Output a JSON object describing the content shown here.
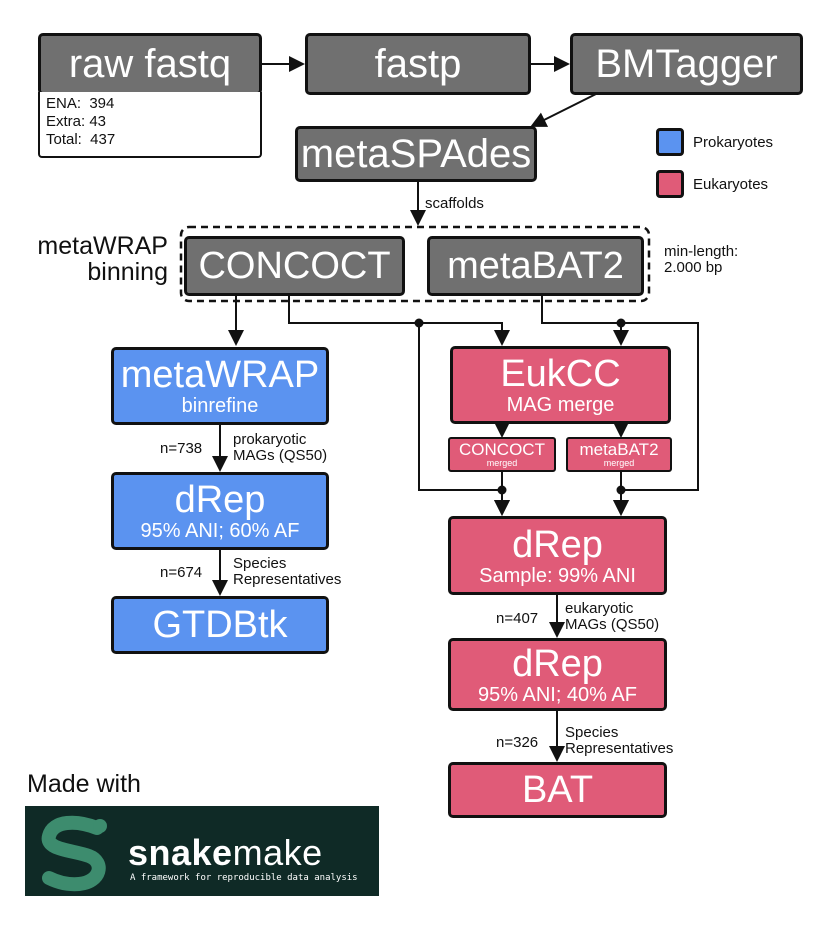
{
  "nodes": {
    "raw_fastq": "raw fastq",
    "fastp": "fastp",
    "bmtagger": "BMTagger",
    "metaspades": "metaSPAdes",
    "concoct": "CONCOCT",
    "metabat2": "metaBAT2",
    "metawrap": "metaWRAP",
    "metawrap_sub": "binrefine",
    "eukcc": "EukCC",
    "eukcc_sub": "MAG merge",
    "concoct_merged": "CONCOCT",
    "concoct_merged_sub": "merged",
    "metabat2_merged": "metaBAT2",
    "metabat2_merged_sub": "merged",
    "drep_prok": "dRep",
    "drep_prok_sub": "95% ANI; 60% AF",
    "gtdbtk": "GTDBtk",
    "drep_euk_sample": "dRep",
    "drep_euk_sample_sub": "Sample: 99% ANI",
    "drep_euk": "dRep",
    "drep_euk_sub": "95% ANI; 40% AF",
    "bat": "BAT"
  },
  "fastq_counts": {
    "ena": "ENA:  394",
    "extra": "Extra: 43",
    "total": "Total:  437"
  },
  "edge_labels": {
    "scaffolds": "scaffolds",
    "n738": "n=738",
    "prok_mags": "prokaryotic\nMAGs (QS50)",
    "n674": "n=674",
    "species_rep_1": "Species\nRepresentatives",
    "n407": "n=407",
    "euk_mags": "eukaryotic\nMAGs (QS50)",
    "n326": "n=326",
    "species_rep_2": "Species\nRepresentatives"
  },
  "group_label": "metaWRAP\nbinning",
  "min_length": "min-length:\n2.000 bp",
  "legend": {
    "prokaryotes": "Prokaryotes",
    "eukaryotes": "Eukaryotes"
  },
  "colors": {
    "gray": "#707070",
    "prokaryotes": "#5b93f0",
    "eukaryotes": "#e05b78",
    "snakemake_bg": "#0f2a26",
    "snakemake_icon": "#3d8c6e"
  },
  "footer": {
    "made_with": "Made with",
    "logo_word_bold": "snake",
    "logo_word_light": "make",
    "logo_tagline": "A framework for reproducible data analysis"
  }
}
